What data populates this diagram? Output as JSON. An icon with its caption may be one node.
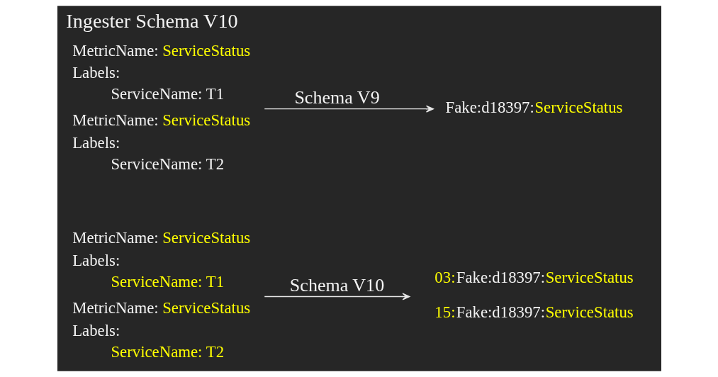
{
  "diagram": {
    "title": "Ingester Schema V10",
    "nodes": [
      {
        "text": [
          "MetricName: ServiceStatus",
          "Labels:",
          "ServiceName: T1",
          "MetricName: ServiceStatus",
          "Labels:",
          "ServiceName: T2"
        ]
      },
      {
        "text": [
          "Fake:d18397:ServiceStatus"
        ]
      },
      {
        "text": [
          "MetricName: ServiceStatus",
          "Labels:",
          "ServiceName: T1",
          "MetricName: ServiceStatus",
          "Labels:",
          "ServiceName: T2"
        ]
      },
      {
        "text": [
          "03:Fake:d18397:ServiceStatus",
          "15:Fake:d18397:ServiceStatus"
        ]
      }
    ],
    "edges": [
      {
        "from": 0,
        "to": 1,
        "arrow": "to",
        "label": "Schema V9"
      },
      {
        "from": 2,
        "to": 3,
        "arrow": "to",
        "label": "Schema V10"
      }
    ]
  }
}
